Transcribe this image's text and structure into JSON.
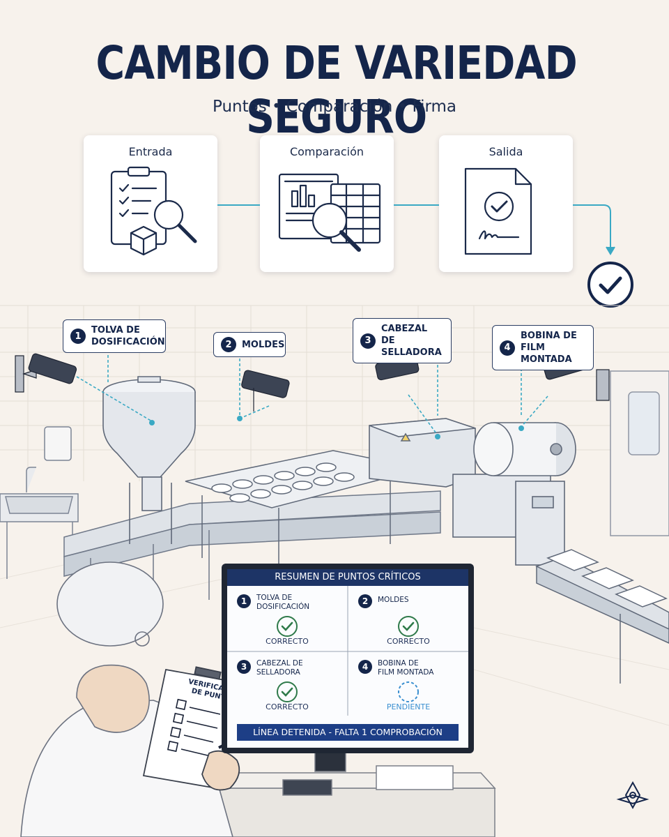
{
  "header": {
    "title": "CAMBIO DE VARIEDAD SEGURO",
    "subtitle": "Puntos • Comparación • Firma"
  },
  "flow": {
    "stages": [
      {
        "label": "Entrada",
        "icon": "clipboard-magnifier-box-icon"
      },
      {
        "label": "Comparación",
        "icon": "documents-magnifier-icon"
      },
      {
        "label": "Salida",
        "icon": "signed-document-icon"
      }
    ],
    "final_icon": "check-circle-icon"
  },
  "callouts": [
    {
      "number": "1",
      "text": "TOLVA DE\nDOSIFICACIÓN"
    },
    {
      "number": "2",
      "text": "MOLDES"
    },
    {
      "number": "3",
      "text": "CABEZAL DE\nSELLADORA"
    },
    {
      "number": "4",
      "text": "BOBINA DE\nFILM MONTADA"
    }
  ],
  "monitor": {
    "title": "RESUMEN DE PUNTOS CRÍTICOS",
    "points": [
      {
        "number": "1",
        "name": "TOLVA DE\nDOSIFICACIÓN",
        "status": "CORRECTO",
        "state": "ok"
      },
      {
        "number": "2",
        "name": "MOLDES",
        "status": "CORRECTO",
        "state": "ok"
      },
      {
        "number": "3",
        "name": "CABEZAL DE\nSELLADORA",
        "status": "CORRECTO",
        "state": "ok"
      },
      {
        "number": "4",
        "name": "BOBINA DE\nFILM MONTADA",
        "status": "PENDIENTE",
        "state": "pending"
      }
    ],
    "banner": "LÍNEA DETENIDA - FALTA 1 COMPROBACIÓN"
  },
  "clipboard": {
    "title": "VERIFICACIÓN\nDE PUNTOS"
  },
  "colors": {
    "navy": "#14254a",
    "accent_teal": "#3aa9c4",
    "ok_green": "#2f7a4a",
    "banner_blue": "#1d3e86",
    "pending_blue": "#3a8fd0"
  }
}
